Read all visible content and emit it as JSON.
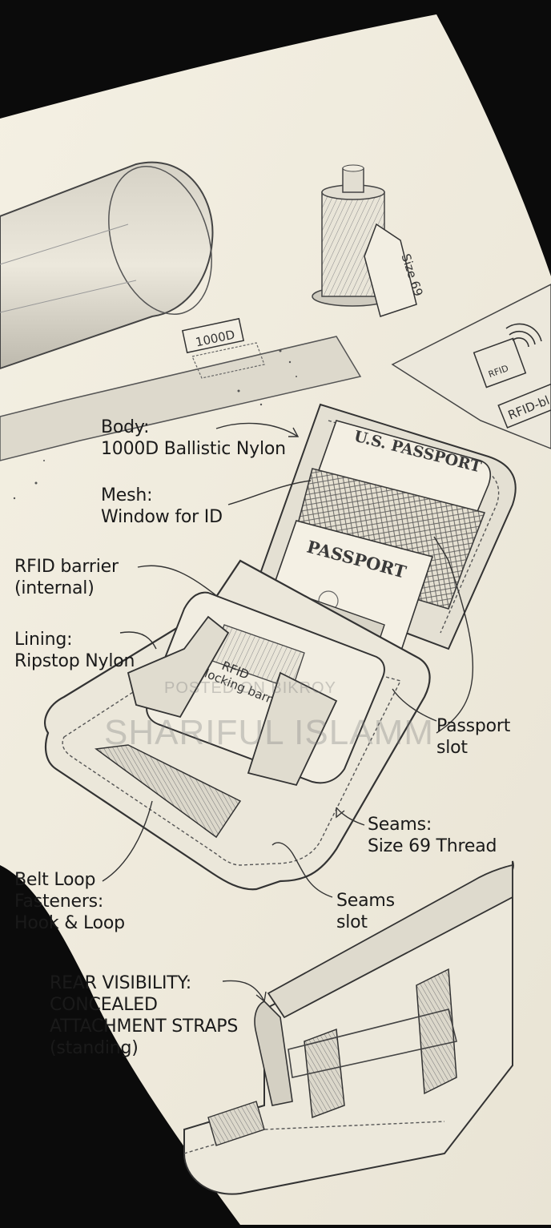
{
  "labels": {
    "body": [
      "Body:",
      "1000D Ballistic Nylon"
    ],
    "mesh": [
      "Mesh:",
      "Window for ID"
    ],
    "rfid_barrier": [
      "RFID barrier",
      "(internal)"
    ],
    "lining": [
      "Lining:",
      "Ripstop Nylon"
    ],
    "passport_slot": [
      "Passport",
      "slot"
    ],
    "seams_thread": [
      "Seams:",
      "Size 69 Thread"
    ],
    "belt_loop": [
      "Belt Loop",
      "Fasteners:",
      "Hook & Loop"
    ],
    "seams_slot": [
      "Seams",
      "slot"
    ],
    "rear": [
      "REAR VISIBILITY:",
      "CONCEALED",
      "ATTACHMENT STRAPS",
      "(standing)"
    ]
  },
  "sketch_text": {
    "fabric_tag": "1000D",
    "spool_tag": "Size 69",
    "rfid_card_icon": "RFID",
    "rfid_card_label": "RFID-bl",
    "passport_back": "U.S. PASSPORT",
    "passport_front": "PASSPORT",
    "barrier_line1": "RFID",
    "barrier_line2": "blocking barrier"
  },
  "watermark": {
    "line1": "POSTED ON BIKROY",
    "line2": "SHARIFUL ISLAMM"
  },
  "colors": {
    "background": "#0b0b0b",
    "paper": "#f1eddf",
    "pencil": "#3a3a3a"
  }
}
